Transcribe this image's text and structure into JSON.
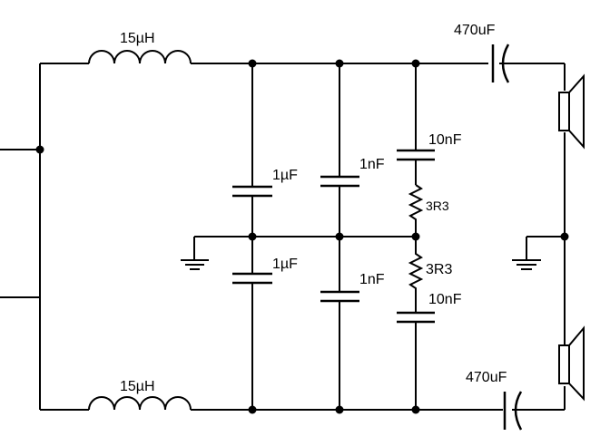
{
  "components": {
    "inductor_top": "15µH",
    "inductor_bottom": "15µH",
    "cap_coupling_top": "470uF",
    "cap_coupling_bottom": "470uF",
    "cap_1u_top": "1µF",
    "cap_1u_bottom": "1µF",
    "cap_1n_top": "1nF",
    "cap_1n_bottom": "1nF",
    "cap_10n_top": "10nF",
    "cap_10n_bottom": "10nF",
    "res_top": "3R3",
    "res_bottom": "3R3"
  },
  "icons": [
    "inductor-icon",
    "capacitor-icon",
    "resistor-icon",
    "ground-icon",
    "speaker-icon"
  ],
  "colors": {
    "line": "#000000",
    "background": "#ffffff"
  }
}
